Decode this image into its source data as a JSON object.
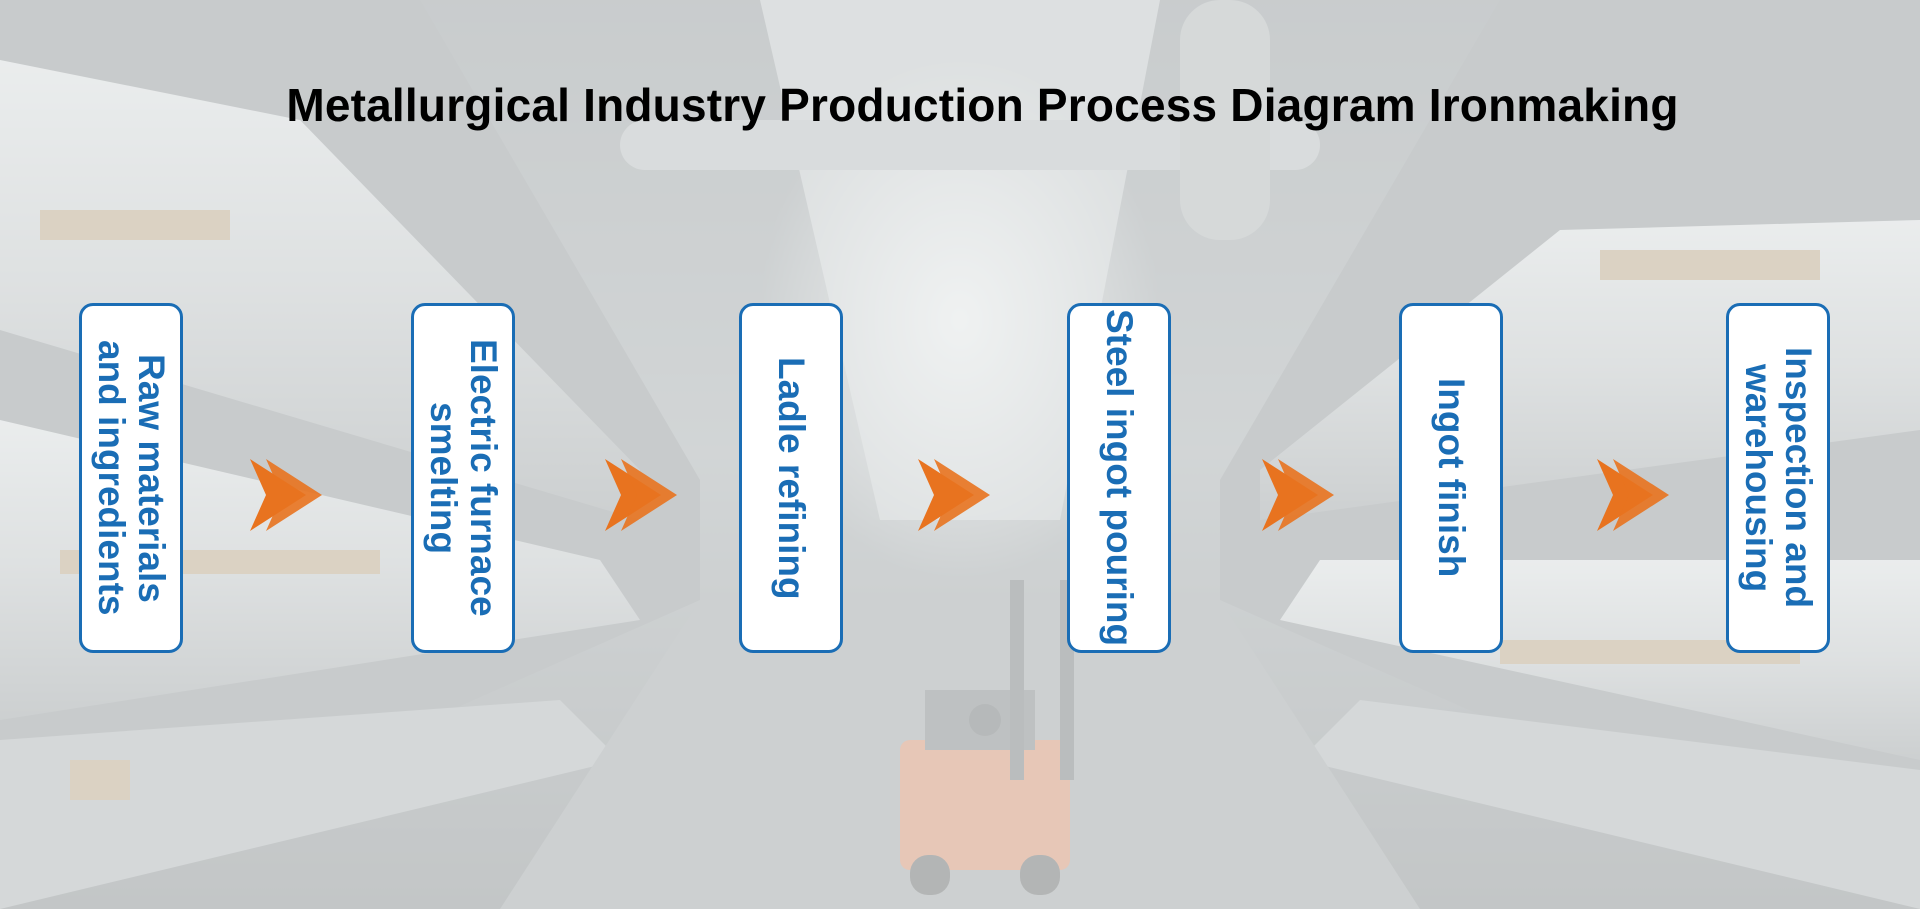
{
  "title": "Metallurgical Industry Production Process Diagram Ironmaking",
  "colors": {
    "step_border": "#1a6db5",
    "step_text": "#1a6db5",
    "arrow": "#e8731f",
    "title": "#000000"
  },
  "steps": [
    {
      "label": "Raw materials\nand ingredients"
    },
    {
      "label": "Electric furnace\nsmelting"
    },
    {
      "label": "Ladle refining"
    },
    {
      "label": "Steel ingot pouring"
    },
    {
      "label": "Ingot finish"
    },
    {
      "label": "Inspection and\nwarehousing"
    }
  ],
  "arrow_icon": "double-chevron-right-icon",
  "background_image": "steel-pipe-warehouse-with-forklift"
}
